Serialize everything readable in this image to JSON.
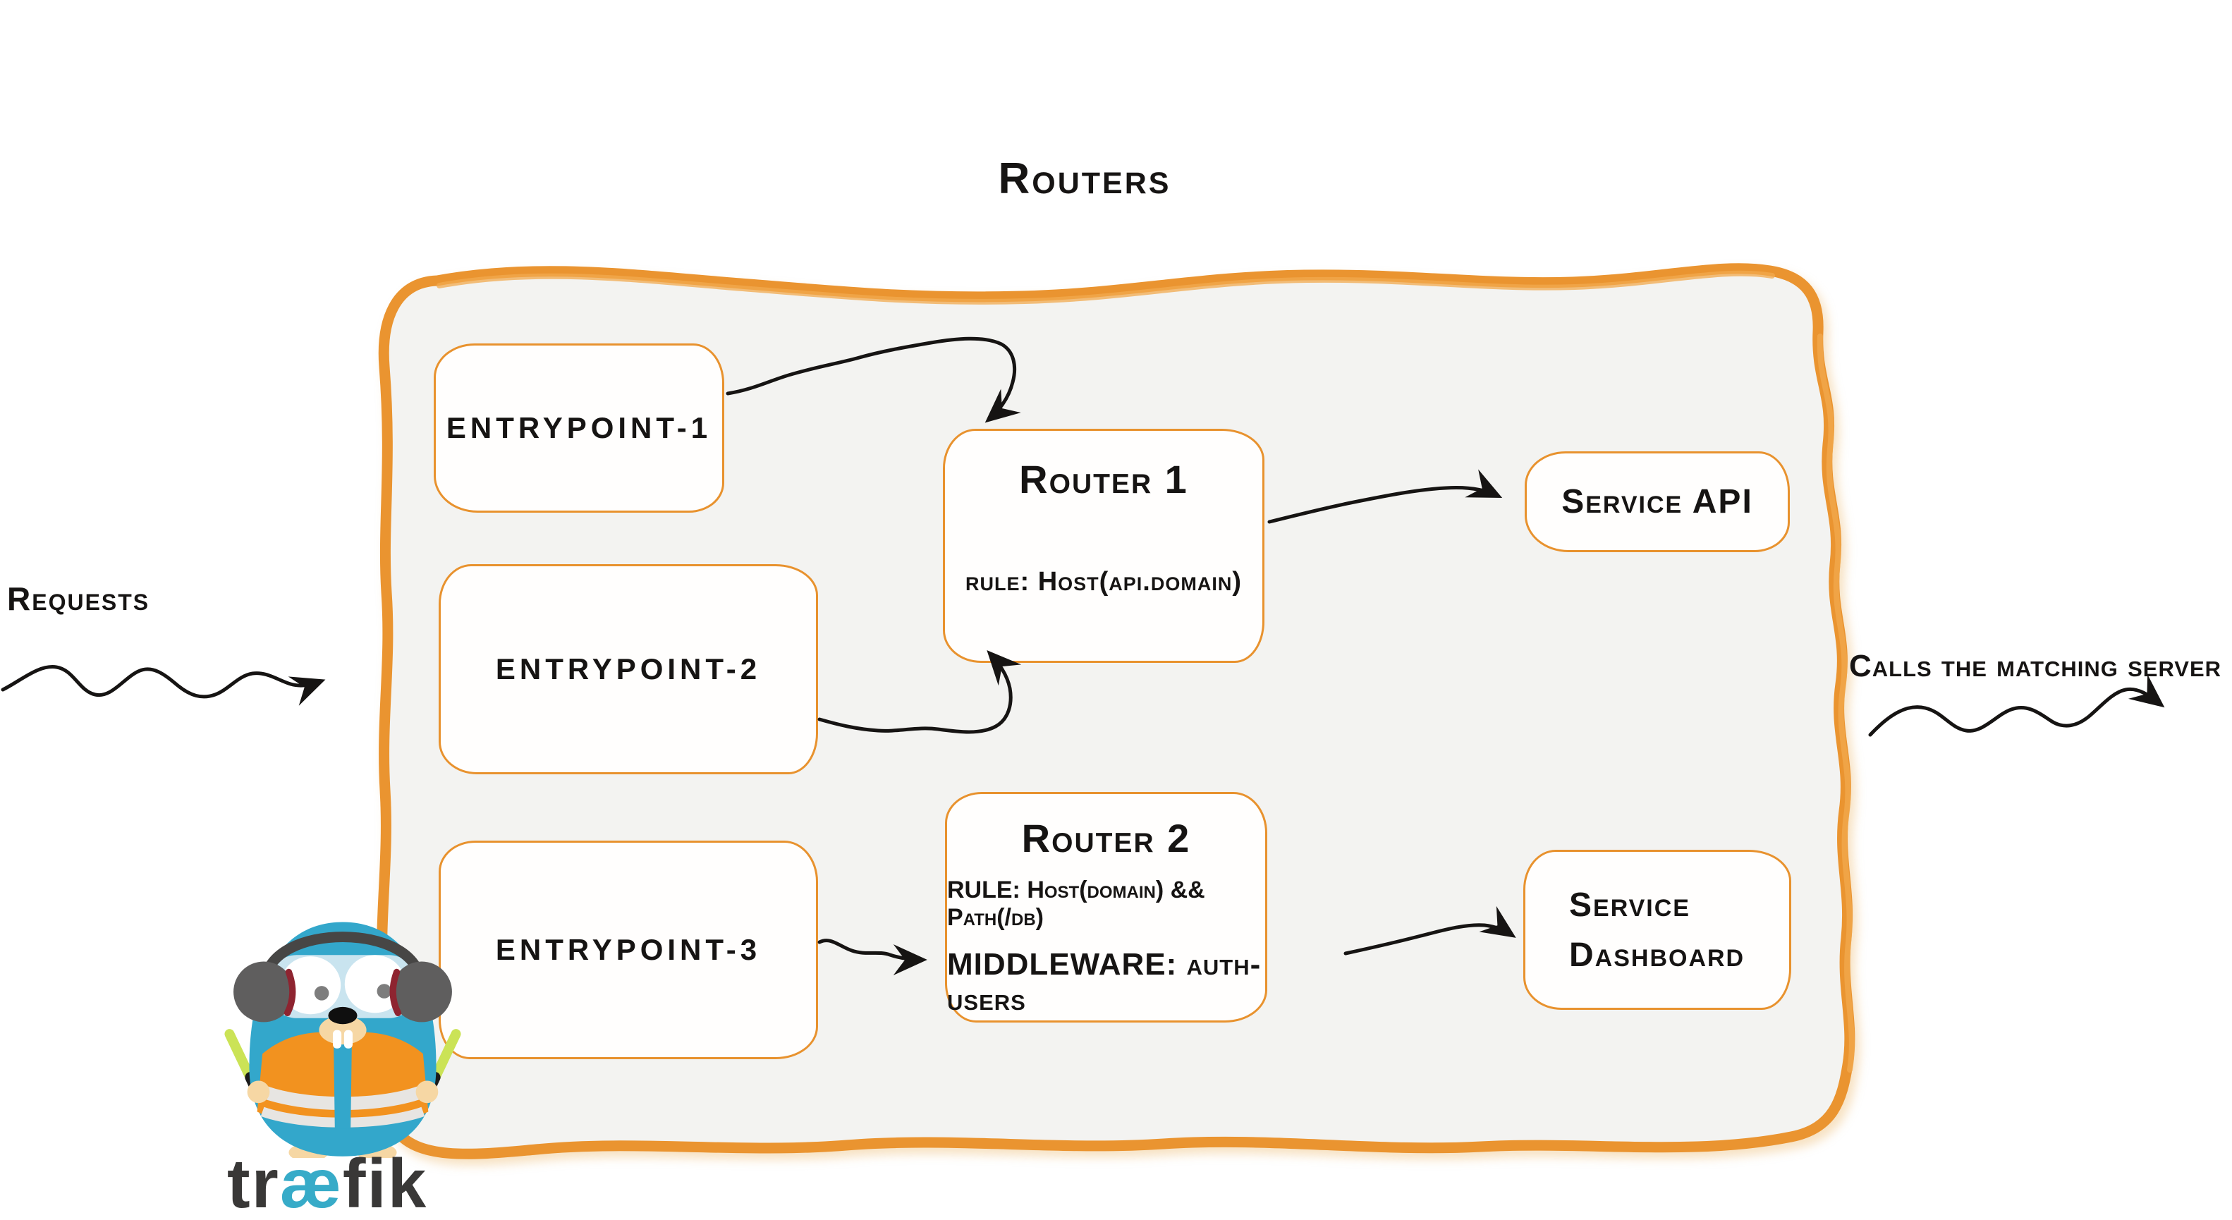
{
  "title": "Routers",
  "labels": {
    "requests": "Requests",
    "calls": "Calls the matching server"
  },
  "entrypoints": [
    {
      "label": "entrypoint-1"
    },
    {
      "label": "entrypoint-2"
    },
    {
      "label": "entrypoint-3"
    }
  ],
  "routers": [
    {
      "name": "Router 1",
      "rule": "rule: Host(api.domain)"
    },
    {
      "name": "Router 2",
      "rule": "RULE: Host(domain) && Path(/db)",
      "middleware": "MIDDLEWARE: auth-users"
    }
  ],
  "services": [
    {
      "name": "Service API"
    },
    {
      "line1": "Service",
      "line2": "Dashboard"
    }
  ],
  "logo": {
    "wordmark_pre": "tr",
    "wordmark_ae": "æ",
    "wordmark_post": "fik"
  },
  "colors": {
    "container_border": "#EA9430",
    "box_border": "#E8922E",
    "container_fill": "#f3f3f1",
    "ink": "#161413",
    "teal": "#33A7CB",
    "wordmark_gray": "#393837",
    "vest_orange": "#F2921F",
    "wand_green": "#CBE356"
  }
}
